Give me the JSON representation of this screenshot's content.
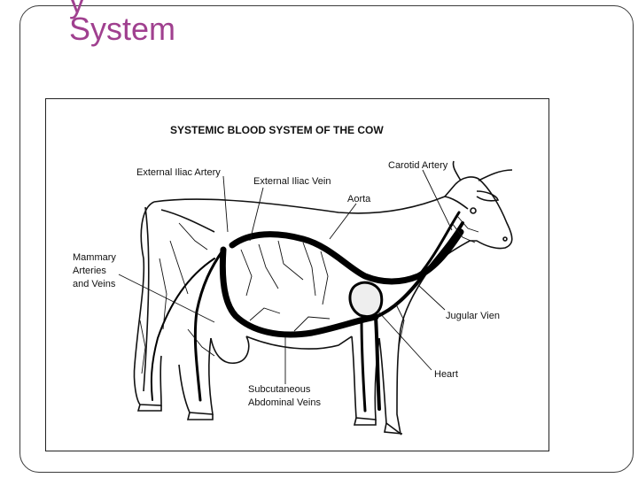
{
  "slide": {
    "title_partial_top": "y",
    "title": "System",
    "accent_color": "#a0408f"
  },
  "diagram": {
    "heading": "SYSTEMIC BLOOD SYSTEM OF THE COW",
    "labels": {
      "external_iliac_artery": "External Iliac Artery",
      "external_iliac_vein": "External Iliac Vein",
      "carotid_artery": "Carotid Artery",
      "aorta": "Aorta",
      "mammary_line1": "Mammary",
      "mammary_line2": "Arteries",
      "mammary_line3": "and Veins",
      "jugular_vein": "Jugular Vien",
      "heart": "Heart",
      "subcutaneous_line1": "Subcutaneous",
      "subcutaneous_line2": "Abdominal Veins"
    }
  }
}
